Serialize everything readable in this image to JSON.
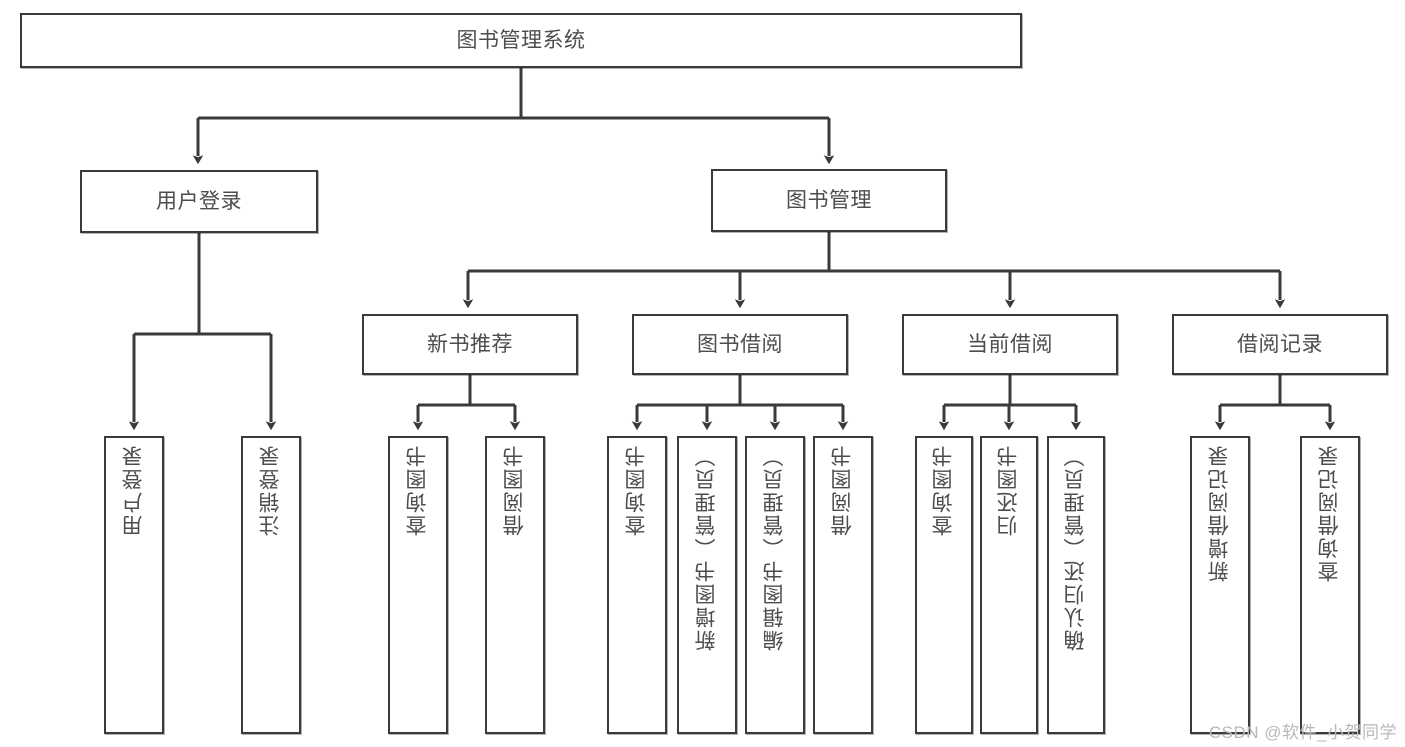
{
  "diagram": {
    "title": "图书管理系统",
    "type": "tree-hierarchy",
    "watermark": "CSDN @软件_小贺同学",
    "colors": {
      "box_border": "#3a3a3a",
      "box_fill": "#ffffff",
      "text": "#4d4d4d",
      "edge": "#3a3a3a",
      "watermark": "#b9b9b9",
      "background": "#ffffff"
    },
    "nodes": {
      "root": {
        "label": "图书管理系统"
      },
      "level1": [
        {
          "id": "user-login",
          "label": "用户登录"
        },
        {
          "id": "book-manage",
          "label": "图书管理"
        }
      ],
      "level2": [
        {
          "id": "new-book-recommend",
          "label": "新书推荐"
        },
        {
          "id": "book-borrow",
          "label": "图书借阅"
        },
        {
          "id": "current-borrow",
          "label": "当前借阅"
        },
        {
          "id": "borrow-record",
          "label": "借阅记录"
        }
      ],
      "leaves": {
        "user-login": [
          {
            "id": "leaf-user-login",
            "label": "用户登录"
          },
          {
            "id": "leaf-logout-login",
            "label": "注销登录"
          }
        ],
        "new-book-recommend": [
          {
            "id": "leaf-query-book-1",
            "label": "查询图书"
          },
          {
            "id": "leaf-borrow-book-1",
            "label": "借阅图书"
          }
        ],
        "book-borrow": [
          {
            "id": "leaf-query-book-2",
            "label": "查询图书"
          },
          {
            "id": "leaf-add-book",
            "label": "新增图书（管理员）"
          },
          {
            "id": "leaf-edit-book",
            "label": "编辑图书（管理员）"
          },
          {
            "id": "leaf-borrow-book-2",
            "label": "借阅图书"
          }
        ],
        "current-borrow": [
          {
            "id": "leaf-query-book-3",
            "label": "查询图书"
          },
          {
            "id": "leaf-return-book",
            "label": "归还图书"
          },
          {
            "id": "leaf-confirm-return",
            "label": "确认归还（管理员）"
          }
        ],
        "borrow-record": [
          {
            "id": "leaf-add-record",
            "label": "新增借阅记录"
          },
          {
            "id": "leaf-query-record",
            "label": "查询借阅记录"
          }
        ]
      }
    }
  }
}
